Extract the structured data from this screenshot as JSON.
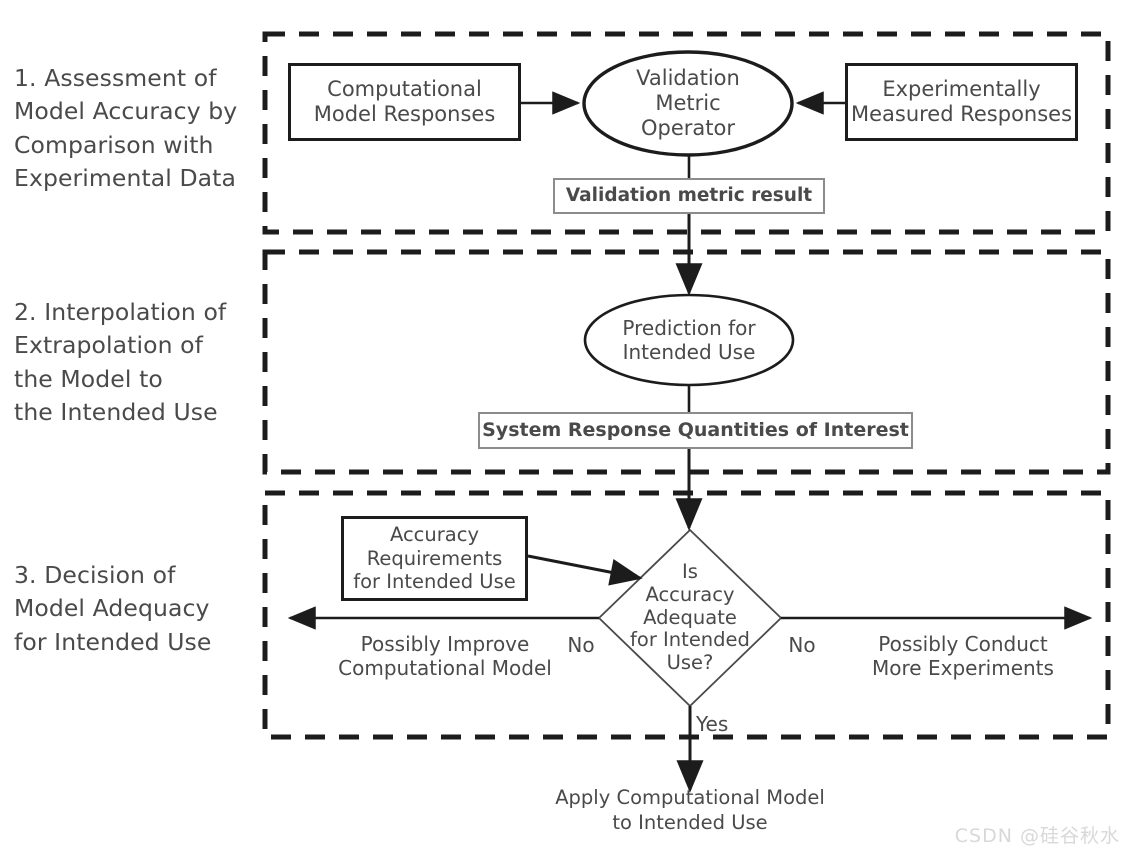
{
  "figure": {
    "type": "flowchart",
    "title": "Model validation and decision process",
    "watermark": "CSDN @硅谷秋水"
  },
  "stages": [
    {
      "id": "stage-1",
      "label": "1. Assessment of\nModel Accuracy by\nComparison with\nExperimental Data"
    },
    {
      "id": "stage-2",
      "label": "2. Interpolation of\nExtrapolation of\nthe Model to\nthe Intended Use"
    },
    {
      "id": "stage-3",
      "label": "3. Decision of\nModel Adequacy\nfor Intended Use"
    }
  ],
  "nodes": {
    "computational_model_responses": "Computational\nModel Responses",
    "experimentally_measured_responses": "Experimentally\nMeasured Responses",
    "validation_metric_operator": "Validation\nMetric\nOperator",
    "validation_metric_result": "Validation metric result",
    "prediction_for_intended_use": "Prediction for\nIntended Use",
    "system_response_quantities": "System Response Quantities of Interest",
    "accuracy_requirements": "Accuracy\nRequirements\nfor Intended Use",
    "decision_diamond": "Is\nAccuracy\nAdequate\nfor Intended\nUse?",
    "apply_model": "Apply Computational Model\nto Intended Use"
  },
  "edge_labels": {
    "no_left": "No",
    "no_right": "No",
    "yes_down": "Yes",
    "possibly_improve": "Possibly Improve\nComputational Model",
    "possibly_conduct": "Possibly Conduct\nMore Experiments"
  },
  "colors": {
    "background": "#ffffff",
    "text": "#4a4a4a",
    "stroke_heavy": "#1c1c1c",
    "stroke_thin": "#8c8c8c",
    "watermark": "#d8d8d8"
  }
}
